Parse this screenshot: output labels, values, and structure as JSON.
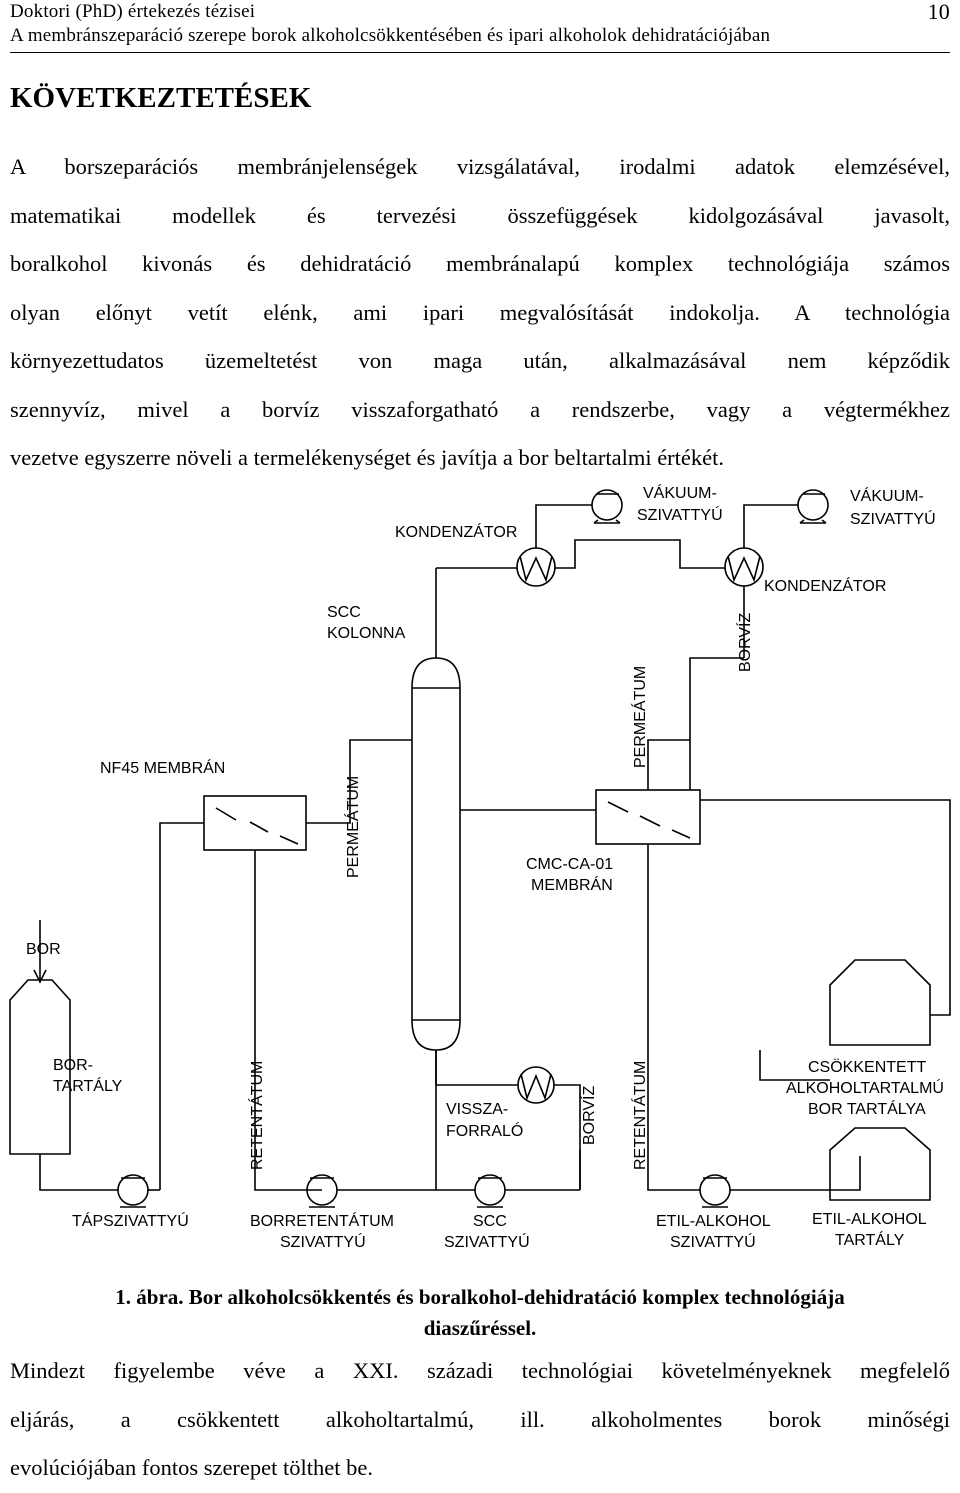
{
  "header": {
    "title": "Doktori (PhD) értekezés tézisei",
    "subtitle": "A membránszeparáció szerepe borok alkoholcsökkentésében és ipari alkoholok dehidratációjában",
    "page_number": "10"
  },
  "section_title": "KÖVETKEZTETÉSEK",
  "paragraph1": [
    "A borszeparációs membránjelenségek vizsgálatával, irodalmi adatok elemzésével,",
    "matematikai modellek és tervezési összefüggések kidolgozásával javasolt,",
    "boralkohol kivonás és dehidratáció membránalapú komplex technológiája számos",
    "olyan előnyt vetít elénk, ami ipari megvalósítását indokolja. A technológia",
    "környezettudatos üzemeltetést von maga után, alkalmazásával nem képződik",
    "szennyvíz, mivel a borvíz visszaforgatható a rendszerbe, vagy a végtermékhez",
    "vezetve egyszerre növeli a termelékenységet és javítja a bor beltartalmi értékét."
  ],
  "diagram": {
    "vacuum_pump_1": [
      "VÁKUUM-",
      "SZIVATTYÚ"
    ],
    "vacuum_pump_2": [
      "VÁKUUM-",
      "SZIVATTYÚ"
    ],
    "condenser_1": "KONDENZÁTOR",
    "condenser_2": "KONDENZÁTOR",
    "scc_column": [
      "SCC",
      "KOLONNA"
    ],
    "borviz_top": "BORVÍZ",
    "permeatum_right": "PERMEÁTUM",
    "nf45": "NF45 MEMBRÁN",
    "permeatum_left": "PERMEÁTUM",
    "cmc_membrane": [
      "CMC-CA-01",
      "MEMBRÁN"
    ],
    "bor": "BOR",
    "bor_tank": [
      "BOR-",
      "TARTÁLY"
    ],
    "retentatum_left": "RETENTÁTUM",
    "reboiler": [
      "VISSZA-",
      "FORRALÓ"
    ],
    "borviz_bottom": "BORVÍZ",
    "retentatum_right": "RETENTÁTUM",
    "reduced_tank": [
      "CSÖKKENTETT",
      "ALKOHOLTARTALMÚ",
      "BOR TARTÁLYA"
    ],
    "feed_pump": "TÁPSZIVATTYÚ",
    "retentate_pump": [
      "BORRETENTÁTUM",
      "SZIVATTYÚ"
    ],
    "scc_pump": [
      "SCC",
      "SZIVATTYÚ"
    ],
    "ethanol_pump": [
      "ETIL-ALKOHOL",
      "SZIVATTYÚ"
    ],
    "ethanol_tank": [
      "ETIL-ALKOHOL",
      "TARTÁLY"
    ]
  },
  "caption": {
    "line1": "1. ábra. Bor alkoholcsökkentés és boralkohol-dehidratáció komplex technológiája",
    "line2": "diaszűréssel."
  },
  "paragraph2": [
    "Mindezt figyelembe véve a XXI. századi technológiai követelményeknek megfelelő",
    "eljárás, a csökkentett alkoholtartalmú, ill. alkoholmentes borok minőségi",
    "evolúciójában fontos szerepet tölthet be."
  ]
}
